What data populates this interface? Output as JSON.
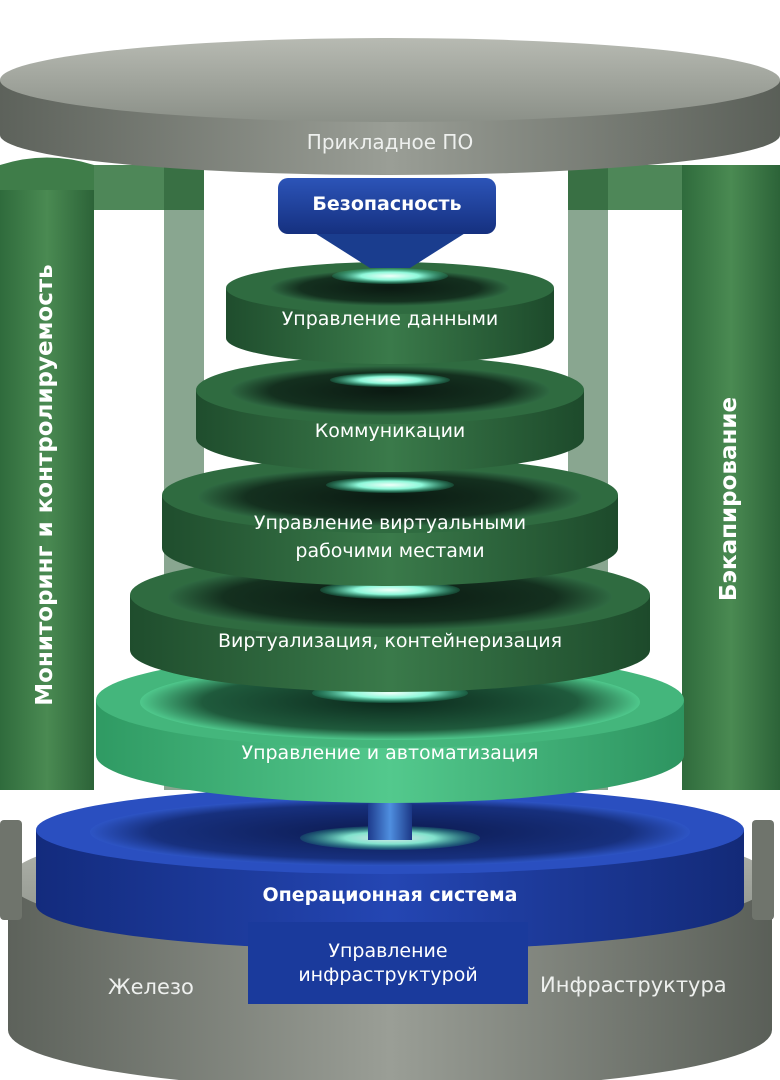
{
  "diagram": {
    "top": {
      "label": "Прикладное ПО"
    },
    "left_pillar": {
      "label": "Мониторинг и контролируемость"
    },
    "right_pillar": {
      "label": "Бэкапирование"
    },
    "layers": [
      {
        "label": "Безопасность"
      },
      {
        "label": "Управление данными"
      },
      {
        "label": "Коммуникации"
      },
      {
        "label_line1": "Управление виртуальными",
        "label_line2": "рабочими местами"
      },
      {
        "label": "Виртуализация, контейнеризация"
      },
      {
        "label": "Управление и автоматизация"
      }
    ],
    "os": {
      "label": "Операционная система"
    },
    "infra_box": {
      "line1": "Управление",
      "line2": "инфраструктурой"
    },
    "base": {
      "left_label": "Железо",
      "right_label": "Инфраструктура"
    }
  },
  "colors": {
    "grey_disc": "#7c8179",
    "green_dark": "#2e6a3e",
    "green_light": "#43b77c",
    "blue_os": "#1d3a9e",
    "blue_security": "#1f3f96",
    "glow": "#7ff7d6"
  }
}
